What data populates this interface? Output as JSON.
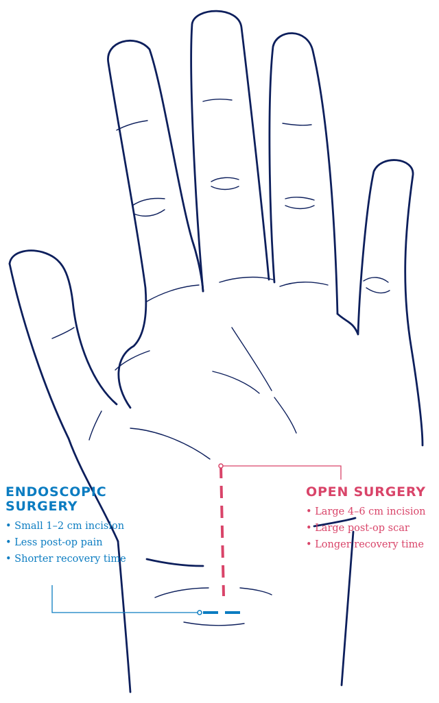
{
  "colors": {
    "hand_outline": "#0d1f5c",
    "endoscopic": "#0b7cc1",
    "open": "#d94469"
  },
  "endoscopic": {
    "title": "ENDOSCOPIC SURGERY",
    "points": [
      "Small 1–2 cm incision",
      "Less post-op pain",
      "Shorter recovery time"
    ]
  },
  "open": {
    "title": "OPEN SURGERY",
    "points": [
      "Large 4–6 cm incision",
      "Large post-op scar",
      "Longer recovery time"
    ]
  }
}
